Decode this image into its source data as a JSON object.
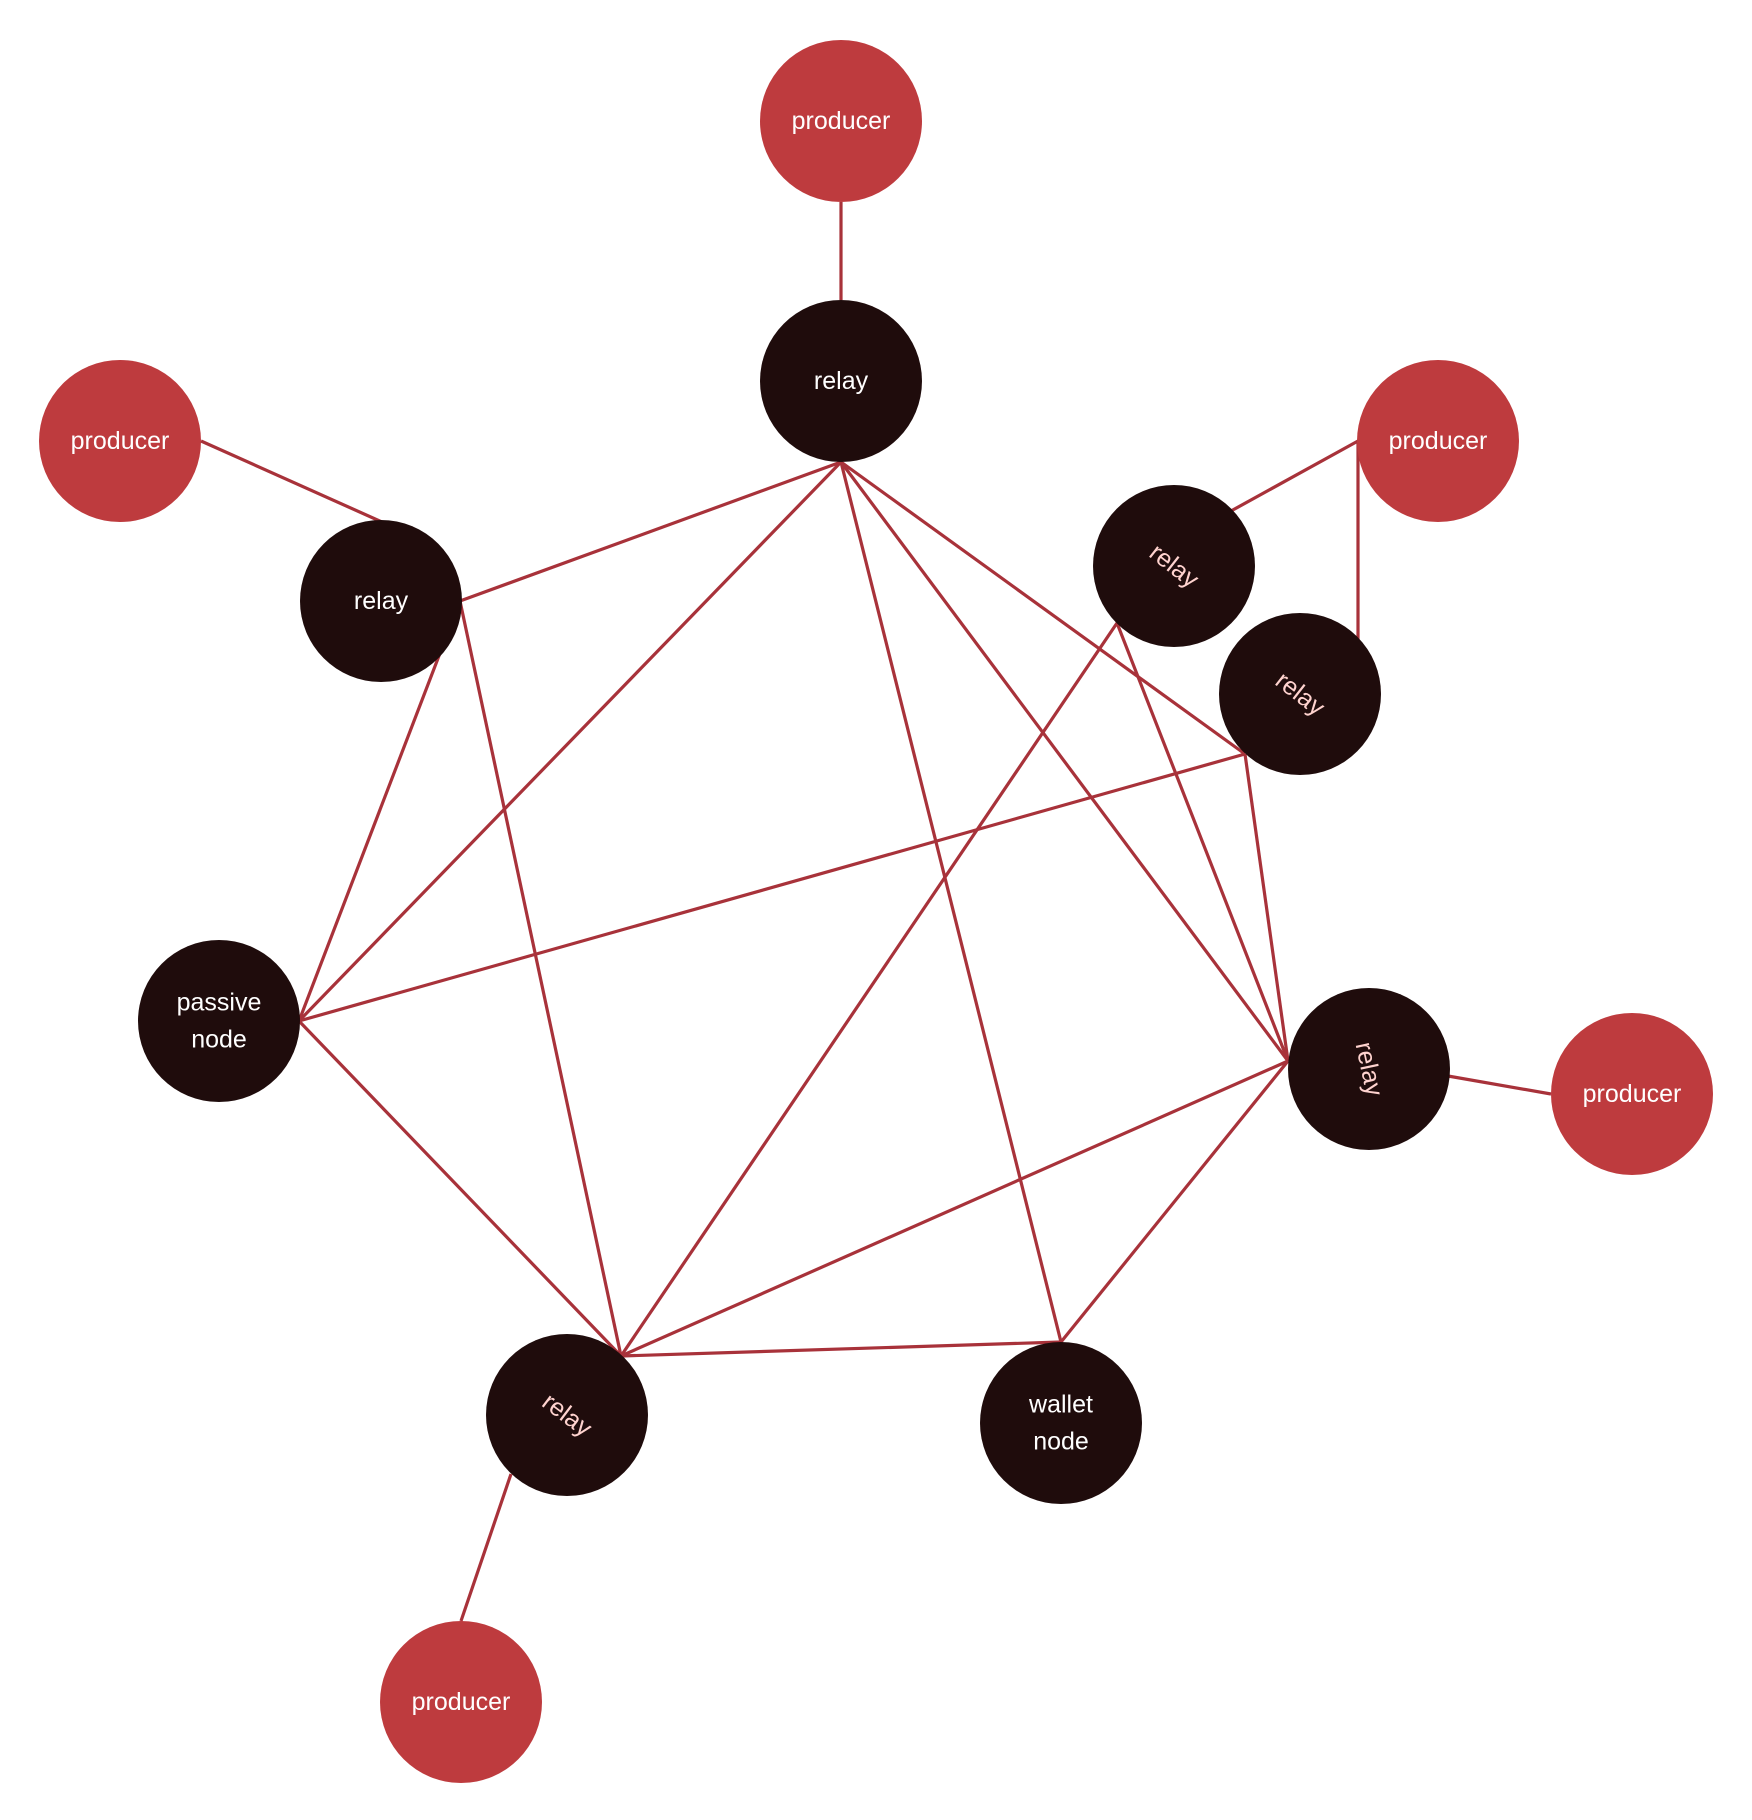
{
  "colors": {
    "producer_fill": "#be3b3e",
    "node_fill": "#1f0c0c",
    "edge": "#a8323a",
    "label_light": "#ffffff",
    "label_pink": "#ffd3cf"
  },
  "nodes": [
    {
      "id": "producer-top",
      "kind": "producer",
      "lines": [
        "producer"
      ]
    },
    {
      "id": "producer-left",
      "kind": "producer",
      "lines": [
        "producer"
      ]
    },
    {
      "id": "producer-right-top",
      "kind": "producer",
      "lines": [
        "producer"
      ]
    },
    {
      "id": "producer-right",
      "kind": "producer",
      "lines": [
        "producer"
      ]
    },
    {
      "id": "producer-bottom",
      "kind": "producer",
      "lines": [
        "producer"
      ]
    },
    {
      "id": "relay-top",
      "kind": "relay",
      "lines": [
        "relay"
      ]
    },
    {
      "id": "relay-left",
      "kind": "relay",
      "lines": [
        "relay"
      ]
    },
    {
      "id": "relay-right-upper",
      "kind": "relay",
      "lines": [
        "relay"
      ]
    },
    {
      "id": "relay-right-middle",
      "kind": "relay",
      "lines": [
        "relay"
      ]
    },
    {
      "id": "relay-right",
      "kind": "relay",
      "lines": [
        "relay"
      ]
    },
    {
      "id": "relay-bottom",
      "kind": "relay",
      "lines": [
        "relay"
      ]
    },
    {
      "id": "passive-node",
      "kind": "passive",
      "lines": [
        "passive",
        "node"
      ]
    },
    {
      "id": "wallet-node",
      "kind": "wallet",
      "lines": [
        "wallet",
        "node"
      ]
    }
  ],
  "edges": [
    [
      "producer-top",
      "relay-top"
    ],
    [
      "producer-left",
      "relay-left"
    ],
    [
      "producer-right-top",
      "relay-right-upper"
    ],
    [
      "producer-right-top",
      "relay-right-middle"
    ],
    [
      "producer-right",
      "relay-right"
    ],
    [
      "producer-bottom",
      "relay-bottom"
    ],
    [
      "relay-top",
      "relay-left"
    ],
    [
      "relay-top",
      "passive-node"
    ],
    [
      "relay-top",
      "wallet-node"
    ],
    [
      "relay-top",
      "relay-right"
    ],
    [
      "relay-top",
      "relay-right-middle"
    ],
    [
      "relay-left",
      "passive-node"
    ],
    [
      "relay-left",
      "relay-bottom"
    ],
    [
      "passive-node",
      "relay-right-middle"
    ],
    [
      "passive-node",
      "relay-bottom"
    ],
    [
      "relay-right-upper",
      "relay-bottom"
    ],
    [
      "relay-right-upper",
      "relay-right"
    ],
    [
      "relay-right-middle",
      "relay-right"
    ],
    [
      "relay-right",
      "relay-bottom"
    ],
    [
      "relay-right",
      "wallet-node"
    ],
    [
      "relay-bottom",
      "wallet-node"
    ]
  ]
}
